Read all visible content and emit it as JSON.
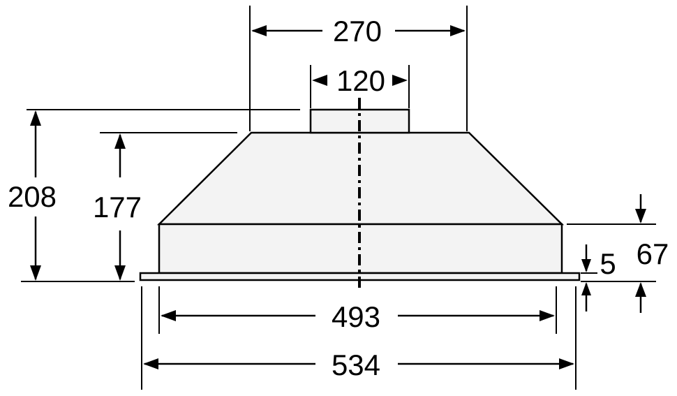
{
  "diagram": {
    "dimensions": {
      "top_width": "270",
      "outlet_width": "120",
      "total_height": "208",
      "body_height": "177",
      "rim_height": "67",
      "flange_thickness": "5",
      "inner_width": "493",
      "outer_width": "534"
    }
  }
}
